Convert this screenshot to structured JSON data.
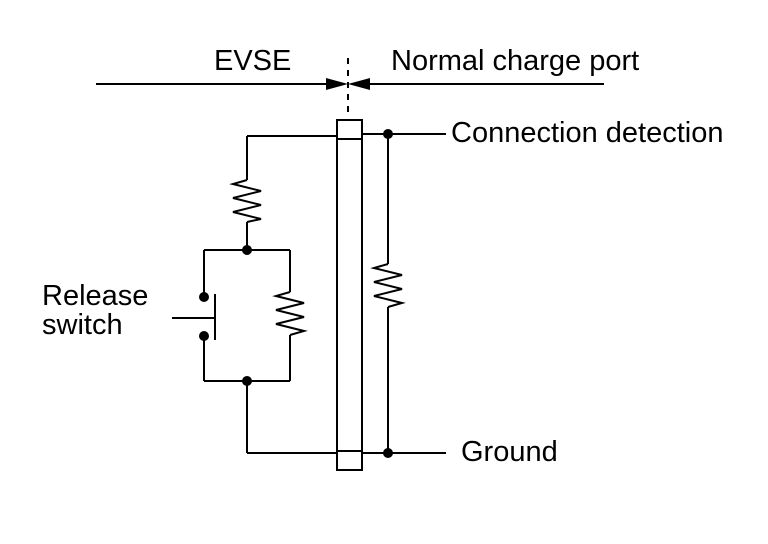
{
  "labels": {
    "evse": "EVSE",
    "normal_charge_port": "Normal charge port",
    "connection_detection": "Connection detection",
    "ground": "Ground",
    "release_switch_line1": "Release",
    "release_switch_line2": "switch"
  },
  "colors": {
    "ink": "#000000",
    "background": "#ffffff"
  }
}
